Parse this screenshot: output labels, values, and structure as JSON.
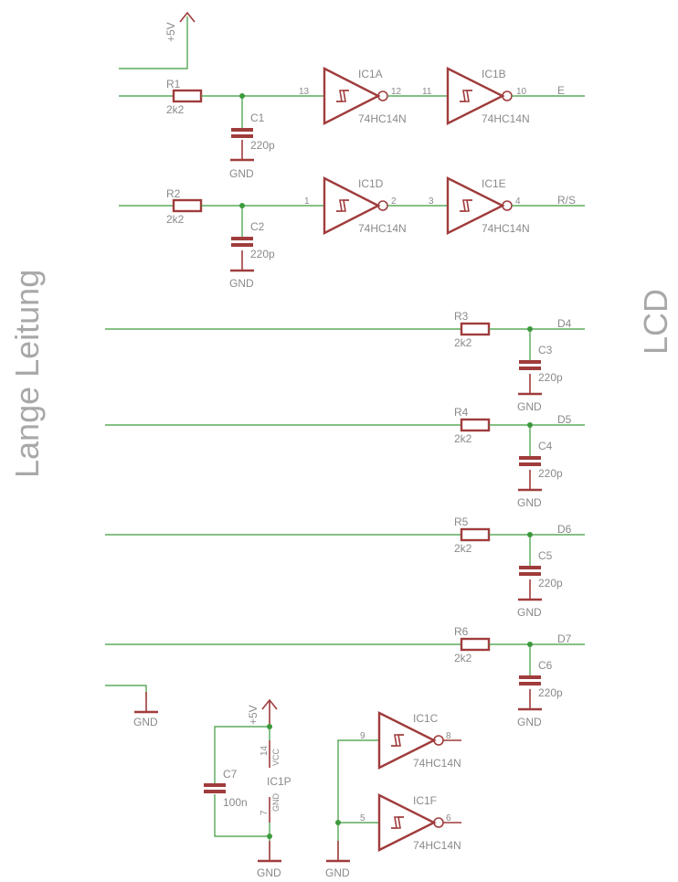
{
  "side_labels": {
    "left": "Lange Leitung",
    "right": "LCD"
  },
  "supply": {
    "vcc": "+5V",
    "gnd": "GND"
  },
  "resistors": [
    {
      "name": "R1",
      "value": "2k2"
    },
    {
      "name": "R2",
      "value": "2k2"
    },
    {
      "name": "R3",
      "value": "2k2"
    },
    {
      "name": "R4",
      "value": "2k2"
    },
    {
      "name": "R5",
      "value": "2k2"
    },
    {
      "name": "R6",
      "value": "2k2"
    }
  ],
  "capacitors": [
    {
      "name": "C1",
      "value": "220p"
    },
    {
      "name": "C2",
      "value": "220p"
    },
    {
      "name": "C3",
      "value": "220p"
    },
    {
      "name": "C4",
      "value": "220p"
    },
    {
      "name": "C5",
      "value": "220p"
    },
    {
      "name": "C6",
      "value": "220p"
    },
    {
      "name": "C7",
      "value": "100n"
    }
  ],
  "gates": [
    {
      "name": "IC1A",
      "type": "74HC14N",
      "in_pin": "13",
      "out_pin": "12"
    },
    {
      "name": "IC1B",
      "type": "74HC14N",
      "in_pin": "11",
      "out_pin": "10"
    },
    {
      "name": "IC1D",
      "type": "74HC14N",
      "in_pin": "1",
      "out_pin": "2"
    },
    {
      "name": "IC1E",
      "type": "74HC14N",
      "in_pin": "3",
      "out_pin": "4"
    },
    {
      "name": "IC1C",
      "type": "74HC14N",
      "in_pin": "9",
      "out_pin": "8"
    },
    {
      "name": "IC1F",
      "type": "74HC14N",
      "in_pin": "5",
      "out_pin": "6"
    }
  ],
  "signals": [
    "E",
    "R/S",
    "D4",
    "D5",
    "D6",
    "D7"
  ],
  "power_unit": {
    "name": "IC1P",
    "vcc_pin": "14",
    "vcc_label": "VCC",
    "gnd_pin": "7",
    "gnd_label": "GND"
  }
}
